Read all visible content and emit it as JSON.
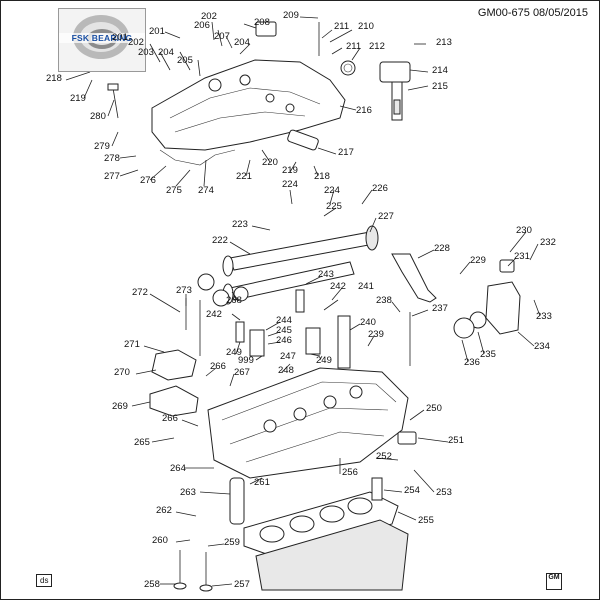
{
  "header": {
    "code": "GM00-675",
    "date": "08/05/2015"
  },
  "logo": {
    "text": "FSK BEARING"
  },
  "footer": {
    "left_tag": "ds",
    "right_badge": "GM"
  },
  "callouts": [
    {
      "label": "202"
    },
    {
      "label": "206"
    },
    {
      "label": "208"
    },
    {
      "label": "209"
    },
    {
      "label": "211"
    },
    {
      "label": "210"
    },
    {
      "label": "201"
    },
    {
      "label": "201"
    },
    {
      "label": "207"
    },
    {
      "label": "204"
    },
    {
      "label": "211"
    },
    {
      "label": "212"
    },
    {
      "label": "213"
    },
    {
      "label": "202"
    },
    {
      "label": "203"
    },
    {
      "label": "204"
    },
    {
      "label": "205"
    },
    {
      "label": "214"
    },
    {
      "label": "215"
    },
    {
      "label": "218"
    },
    {
      "label": "219"
    },
    {
      "label": "280"
    },
    {
      "label": "216"
    },
    {
      "label": "279"
    },
    {
      "label": "278"
    },
    {
      "label": "277"
    },
    {
      "label": "276"
    },
    {
      "label": "275"
    },
    {
      "label": "274"
    },
    {
      "label": "220"
    },
    {
      "label": "219"
    },
    {
      "label": "217"
    },
    {
      "label": "221"
    },
    {
      "label": "218"
    },
    {
      "label": "224"
    },
    {
      "label": "224"
    },
    {
      "label": "226"
    },
    {
      "label": "225"
    },
    {
      "label": "227"
    },
    {
      "label": "223"
    },
    {
      "label": "222"
    },
    {
      "label": "228"
    },
    {
      "label": "230"
    },
    {
      "label": "229"
    },
    {
      "label": "232"
    },
    {
      "label": "231"
    },
    {
      "label": "243"
    },
    {
      "label": "268"
    },
    {
      "label": "242"
    },
    {
      "label": "241"
    },
    {
      "label": "272"
    },
    {
      "label": "273"
    },
    {
      "label": "242"
    },
    {
      "label": "238"
    },
    {
      "label": "237"
    },
    {
      "label": "233"
    },
    {
      "label": "244"
    },
    {
      "label": "245"
    },
    {
      "label": "240"
    },
    {
      "label": "246"
    },
    {
      "label": "239"
    },
    {
      "label": "235"
    },
    {
      "label": "236"
    },
    {
      "label": "234"
    },
    {
      "label": "271"
    },
    {
      "label": "249"
    },
    {
      "label": "999"
    },
    {
      "label": "247"
    },
    {
      "label": "249"
    },
    {
      "label": "248"
    },
    {
      "label": "270"
    },
    {
      "label": "266"
    },
    {
      "label": "267"
    },
    {
      "label": "269"
    },
    {
      "label": "250"
    },
    {
      "label": "266"
    },
    {
      "label": "251"
    },
    {
      "label": "265"
    },
    {
      "label": "252"
    },
    {
      "label": "264"
    },
    {
      "label": "256"
    },
    {
      "label": "261"
    },
    {
      "label": "254"
    },
    {
      "label": "253"
    },
    {
      "label": "263"
    },
    {
      "label": "262"
    },
    {
      "label": "255"
    },
    {
      "label": "260"
    },
    {
      "label": "259"
    },
    {
      "label": "258"
    },
    {
      "label": "257"
    }
  ]
}
